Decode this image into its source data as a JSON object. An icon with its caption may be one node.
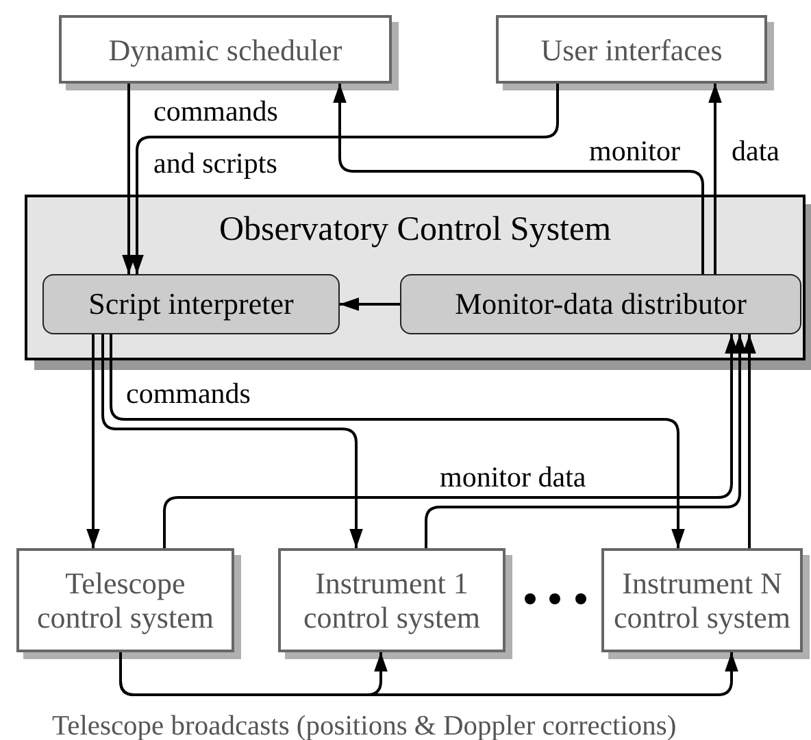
{
  "diagram": {
    "nodes": [
      {
        "text": [
          "Dynamic scheduler"
        ]
      },
      {
        "text": [
          "User interfaces"
        ]
      },
      {
        "text": [
          "Observatory Control System"
        ]
      },
      {
        "text": [
          "Script interpreter"
        ],
        "in": 2
      },
      {
        "text": [
          "Monitor-data distributor"
        ],
        "in": 2
      },
      {
        "text": [
          "Telescope control system"
        ]
      },
      {
        "text": [
          "Instrument 1 control system"
        ]
      },
      {
        "text": [
          "Instrument N control system"
        ]
      }
    ],
    "edges": [
      {
        "from": 0,
        "to": 3,
        "arrow": "to"
      },
      {
        "from": 1,
        "to": 3,
        "arrow": "to"
      },
      {
        "from": 4,
        "to": 0,
        "arrow": "to"
      },
      {
        "from": 4,
        "to": 1,
        "arrow": "to"
      },
      {
        "from": 4,
        "to": 3,
        "arrow": "to"
      },
      {
        "from": 3,
        "to": 5,
        "arrow": "to"
      },
      {
        "from": 3,
        "to": 6,
        "arrow": "to"
      },
      {
        "from": 3,
        "to": 7,
        "arrow": "to"
      },
      {
        "from": 5,
        "to": 4,
        "arrow": "to"
      },
      {
        "from": 6,
        "to": 4,
        "arrow": "to"
      },
      {
        "from": 7,
        "to": 4,
        "arrow": "to"
      },
      {
        "from": 5,
        "to": 6,
        "arrow": "to"
      },
      {
        "from": 5,
        "to": 7,
        "arrow": "to"
      }
    ],
    "labels": [
      "commands",
      "and scripts",
      "monitor",
      "data",
      "commands",
      "monitor data",
      "Telescope broadcasts (positions & Doppler corrections)"
    ]
  }
}
